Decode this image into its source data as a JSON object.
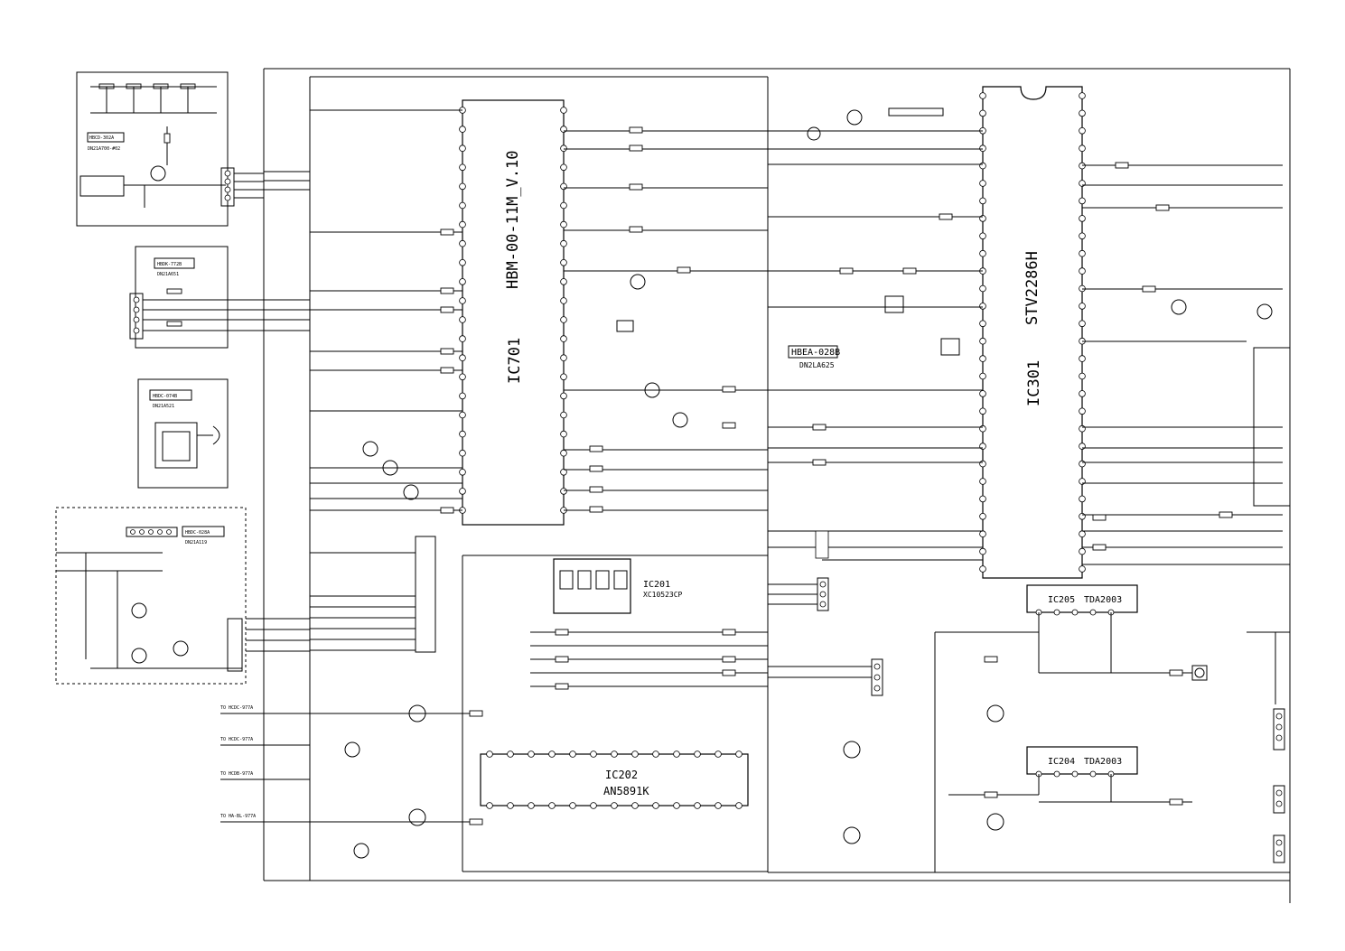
{
  "ics": {
    "ic701_ref": "IC701",
    "ic701_part": "HBM-00-11M_V.10",
    "ic301_ref": "IC301",
    "ic301_part": "STV2286H",
    "ic202_ref": "IC202",
    "ic202_part": "AN5891K",
    "ic201_ref": "IC201",
    "ic201_part": "XC10523CP",
    "ic205_ref": "IC205",
    "ic205_part": "TDA2003",
    "ic204_ref": "IC204",
    "ic204_part": "TDA2003"
  },
  "boards": {
    "hbea_ref": "HBEA-028B",
    "hbea_sub": "DN2LA625",
    "hbcd_ref": "HBCD-302A",
    "hbcd_sub": "DN21A700-#02",
    "hbdk_ref": "HBDK-772B",
    "hbdk_sub": "DN21A651",
    "hbdc_ref": "HBDC-074B",
    "hbdc_sub": "DN21A521",
    "hbdc2_ref": "HBDC-028A",
    "hbdc2_sub": "DN21A119"
  },
  "labels": {
    "to_hcdc1": "TO HCDC-977A",
    "to_hcdc2": "TO HCDC-977A",
    "to_hc_b2": "TO HCDB-977A",
    "to_ha": "TO HA-BL-977A"
  }
}
